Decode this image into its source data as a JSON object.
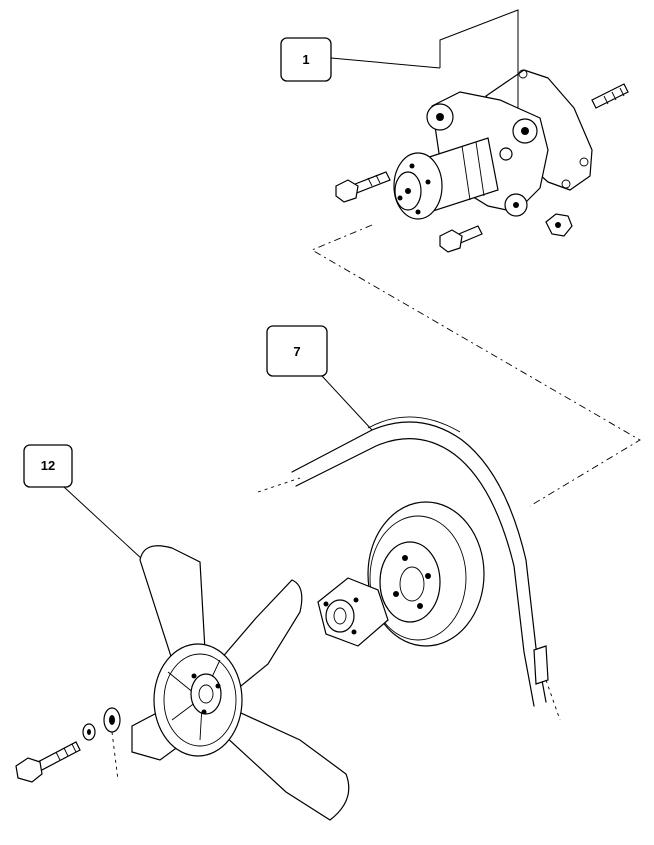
{
  "callouts": [
    {
      "id": "water-pump",
      "label": "1"
    },
    {
      "id": "fan-belt",
      "label": "7"
    },
    {
      "id": "cooling-fan",
      "label": "12"
    }
  ],
  "colors": {
    "line": "#000000",
    "background": "#ffffff"
  }
}
